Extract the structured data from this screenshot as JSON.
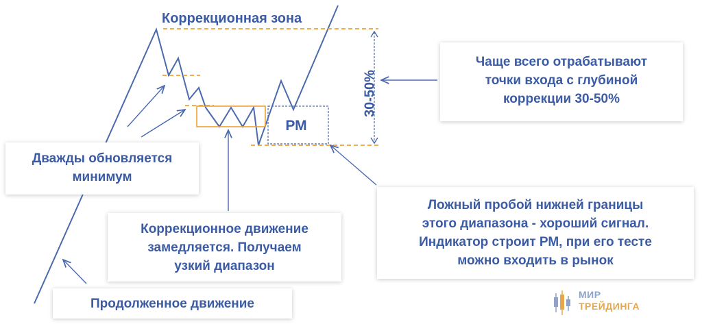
{
  "zone_title": "Коррекционная зона",
  "range_label": "30-50%",
  "pm_label": "РМ",
  "callouts": {
    "double_low": [
      "Дважды обновляется",
      "минимум"
    ],
    "slowdown": [
      "Коррекционное движение",
      "замедляется. Получаем",
      "узкий диапазон"
    ],
    "continued": "Продолженное движение",
    "depth": [
      "Чаще всего отрабатывают",
      "точки входа с глубиной",
      "коррекции 30-50%"
    ],
    "false_break": [
      "Ложный пробой нижней границы",
      "этого диапазона - хороший сигнал.",
      "Индикатор строит РМ, при его тесте",
      "можно входить в рынок"
    ]
  },
  "logo": {
    "top": "МИР",
    "bottom": "ТРЕЙДИНГА"
  },
  "colors": {
    "text": "#3b5ba5",
    "line": "#4a6aad",
    "accent": "#f0a030",
    "logo_gray": "#8fa3c9",
    "logo_orange": "#e6a84c"
  }
}
